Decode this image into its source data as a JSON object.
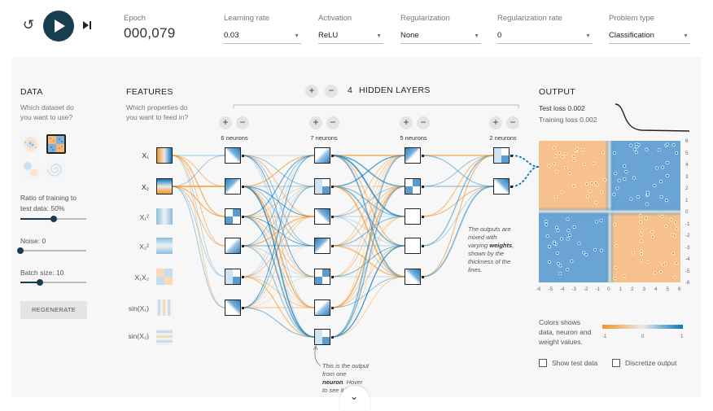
{
  "controls": {
    "reset_icon": "refresh-icon",
    "play_icon": "play-icon",
    "step_icon": "step-forward-icon"
  },
  "epoch": {
    "label": "Epoch",
    "value": "000,079"
  },
  "settings": [
    {
      "key": "learning_rate",
      "label": "Learning rate",
      "value": "0.03"
    },
    {
      "key": "activation",
      "label": "Activation",
      "value": "ReLU"
    },
    {
      "key": "regularization",
      "label": "Regularization",
      "value": "None"
    },
    {
      "key": "regularization_rate",
      "label": "Regularization rate",
      "value": "0"
    },
    {
      "key": "problem_type",
      "label": "Problem type",
      "value": "Classification"
    }
  ],
  "data_panel": {
    "title": "DATA",
    "subtitle_1": "Which dataset do",
    "subtitle_2": "you want to use?",
    "datasets": [
      "circle",
      "xor",
      "gaussian",
      "spiral"
    ],
    "selected_dataset": "xor",
    "ratio": {
      "label": "Ratio of training to",
      "label2": "test data:",
      "value": "50%",
      "fraction": 0.5
    },
    "noise": {
      "label": "Noise:",
      "value": "0",
      "fraction": 0.0
    },
    "batch": {
      "label": "Batch size:",
      "value": "10",
      "fraction": 0.3
    },
    "regenerate_label": "REGENERATE"
  },
  "features_panel": {
    "title": "FEATURES",
    "subtitle_1": "Which properties do",
    "subtitle_2": "you want to feed in?",
    "features": [
      {
        "label": "X₁",
        "active": true
      },
      {
        "label": "X₂",
        "active": true
      },
      {
        "label": "X₁²",
        "active": false
      },
      {
        "label": "X₂²",
        "active": false
      },
      {
        "label": "X₁X₂",
        "active": false
      },
      {
        "label": "sin(X₁)",
        "active": false
      },
      {
        "label": "sin(X₂)",
        "active": false
      }
    ]
  },
  "network": {
    "hidden_layers_count": "4",
    "hidden_layers_label": "HIDDEN LAYERS",
    "plus": "+",
    "minus": "−",
    "layers": [
      {
        "label": "6 neurons",
        "neurons": 6
      },
      {
        "label": "7 neurons",
        "neurons": 7
      },
      {
        "label": "5 neurons",
        "neurons": 5
      },
      {
        "label": "2 neurons",
        "neurons": 2
      }
    ]
  },
  "annotations": {
    "weights": [
      "The outputs are",
      "mixed with",
      "varying ",
      "weights",
      ",",
      "shown by the",
      "thickness of the",
      "lines."
    ],
    "neuron": [
      "This is the output",
      "from one",
      "neuron",
      ". Hover",
      "to see it larger."
    ]
  },
  "output_panel": {
    "title": "OUTPUT",
    "test_loss": "Test loss 0.002",
    "training_loss": "Training loss 0.002",
    "y_ticks": [
      "6",
      "5",
      "4",
      "3",
      "2",
      "1",
      "0",
      "-1",
      "-2",
      "-3",
      "-4",
      "-5",
      "-6"
    ],
    "x_ticks": [
      "-6",
      "-5",
      "-4",
      "-3",
      "-2",
      "-1",
      "0",
      "1",
      "2",
      "3",
      "4",
      "5",
      "6"
    ],
    "legend_text": [
      "Colors shows",
      "data, neuron and",
      "weight values."
    ],
    "legend_ticks": [
      "-1",
      "0",
      "1"
    ],
    "show_test_data": "Show test data",
    "discretize_output": "Discretize output"
  },
  "colors": {
    "orange": "#f59322",
    "blue": "#0877bd",
    "dark": "#183d4e"
  },
  "more_icon": "chevron-down-icon"
}
